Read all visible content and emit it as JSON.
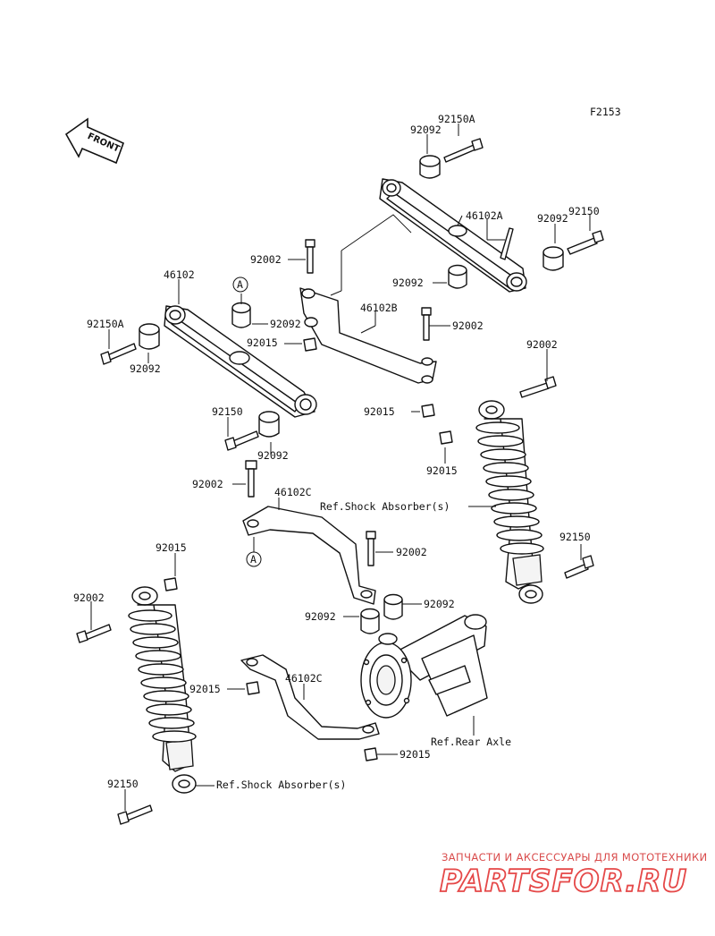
{
  "figure_code": "F2153",
  "front_label": "FRONT",
  "callout_a": "A",
  "callouts": {
    "c1": "92150A",
    "c2": "92092",
    "c3": "46102A",
    "c4": "92092",
    "c5": "92150",
    "c6": "92092",
    "c7": "92002",
    "c8": "46102",
    "c9": "92092",
    "c10": "46102B",
    "c11": "92002",
    "c12": "92150A",
    "c13": "92015",
    "c14": "92092",
    "c15": "92002",
    "c16": "92150",
    "c17": "92015",
    "c18": "92092",
    "c19": "92015",
    "c20": "92002",
    "c21": "46102C",
    "c22": "92002",
    "c23": "92150",
    "c24": "92015",
    "c25": "92002",
    "c26": "92092",
    "c27": "92092",
    "c28": "92015",
    "c29": "46102C",
    "c30": "92015",
    "c31": "92150"
  },
  "references": {
    "shock_right": "Ref.Shock Absorber(s)",
    "shock_left": "Ref.Shock Absorber(s)",
    "rear_axle": "Ref.Rear Axle"
  },
  "watermark": {
    "line1": "ЗАПЧАСТИ И АКСЕССУАРЫ ДЛЯ МОТОТЕХНИКИ",
    "line2": "PARTSFOR.RU"
  }
}
